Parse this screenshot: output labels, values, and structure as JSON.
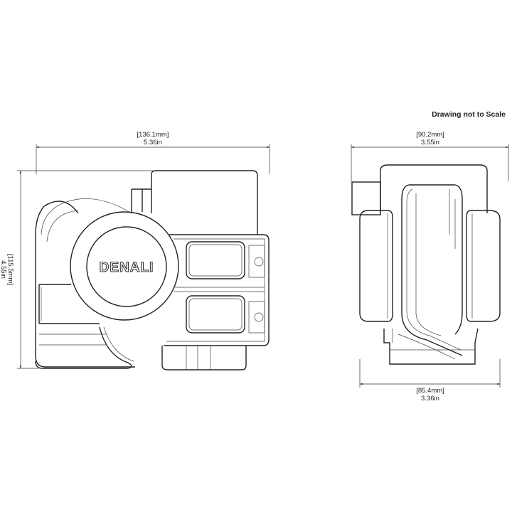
{
  "note": "Drawing not to Scale",
  "brand": "DENALI",
  "dimensions": {
    "front_width_mm": "[136.1mm]",
    "front_width_in": "5.36in",
    "height_mm": "[115.5mm]",
    "height_in": "4.55in",
    "side_width_mm": "[90.2mm]",
    "side_width_in": "3.55in",
    "side_depth_mm": "[85.4mm]",
    "side_depth_in": "3.36in"
  }
}
